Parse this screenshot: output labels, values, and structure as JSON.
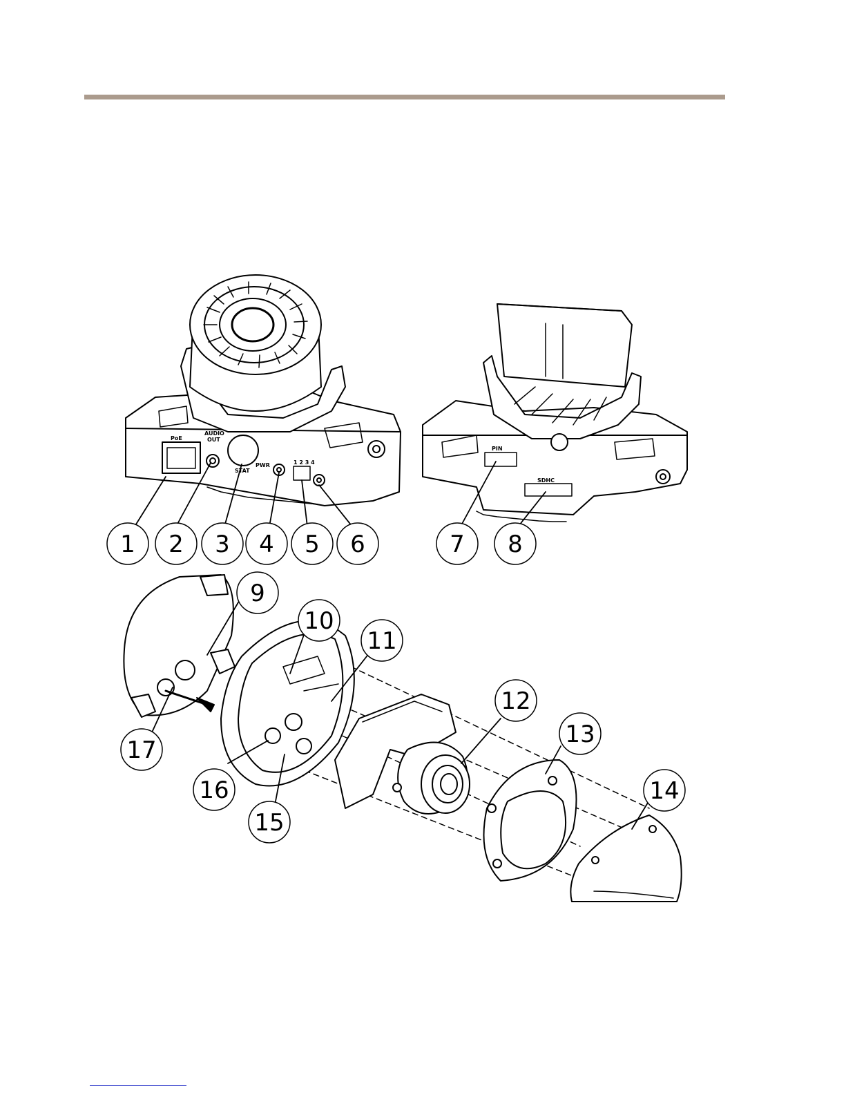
{
  "callouts": [
    "1",
    "2",
    "3",
    "4",
    "5",
    "6",
    "7",
    "8",
    "9",
    "10",
    "11",
    "12",
    "13",
    "14",
    "15",
    "16",
    "17"
  ],
  "panel_labels": {
    "poe": "PoE",
    "audio": "AUDIO",
    "out": "OUT",
    "pwr": "PWR",
    "stat": "STAT",
    "io": "1 2 3 4",
    "sd": "SDHC",
    "pin": "PIN"
  },
  "colors": {
    "header_rule": "#ab9b8d",
    "footer_link": "#2b35c9",
    "line": "#000000"
  }
}
